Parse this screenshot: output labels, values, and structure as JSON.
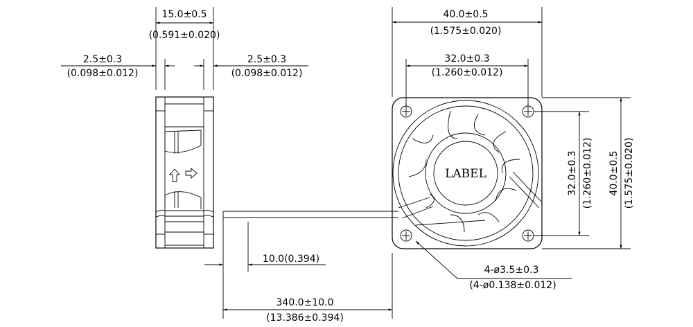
{
  "side_view": {
    "width_dim": "15.0±0.5",
    "width_dim_in": "(0.591±0.020)",
    "left_flange_dim": "2.5±0.3",
    "left_flange_dim_in": "(0.098±0.012)",
    "right_flange_dim": "2.5±0.3",
    "right_flange_dim_in": "(0.098±0.012)",
    "strip_dim": "10.0(0.394)",
    "lead_length_dim": "340.0±10.0",
    "lead_length_dim_in": "(13.386±0.394)"
  },
  "front_view": {
    "label": "LABEL",
    "frame_width_dim": "40.0±0.5",
    "frame_width_dim_in": "(1.575±0.020)",
    "hole_spacing_dim": "32.0±0.3",
    "hole_spacing_dim_in": "(1.260±0.012)",
    "hole_spacing_v_dim": "32.0±0.3",
    "hole_spacing_v_dim_in": "(1.260±0.012)",
    "frame_height_dim": "40.0±0.5",
    "frame_height_dim_in": "(1.575±0.020)",
    "hole_dim": "4-ø3.5±0.3",
    "hole_dim_in": "(4-ø0.138±0.012)"
  }
}
